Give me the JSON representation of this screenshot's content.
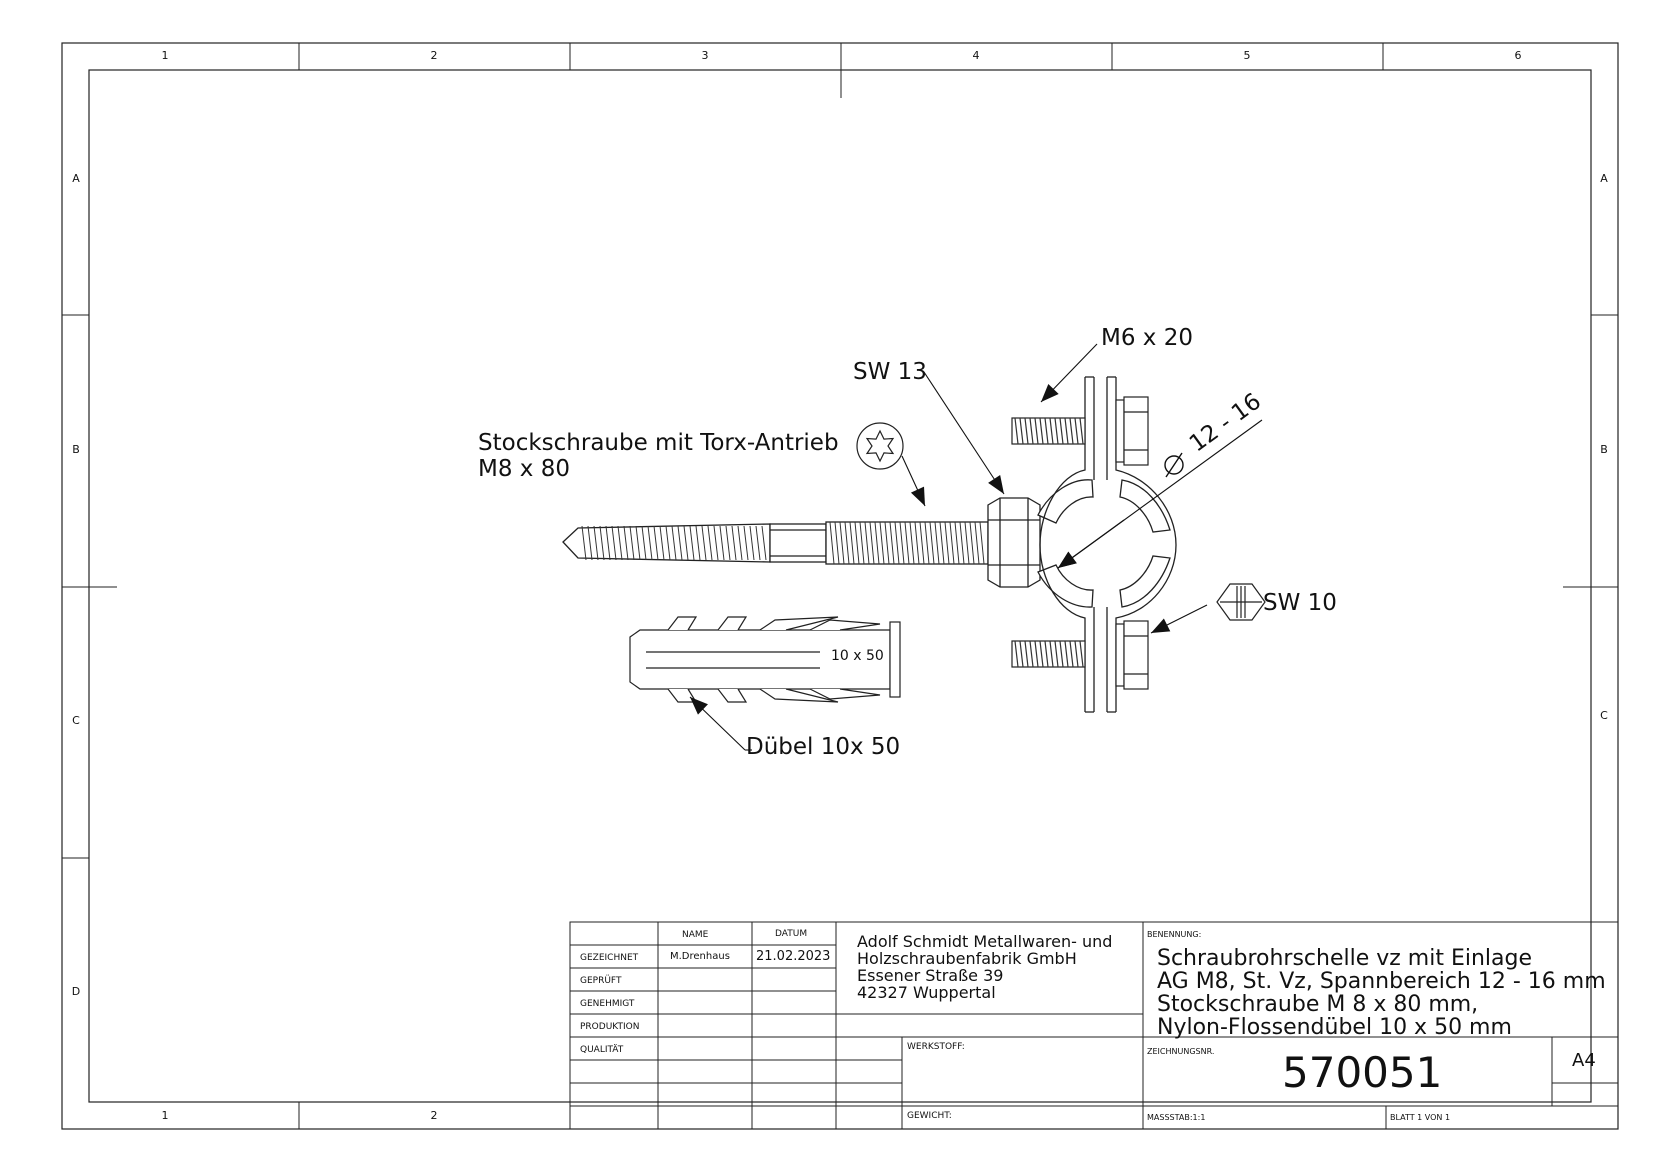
{
  "zones": {
    "columns": [
      "1",
      "2",
      "3",
      "4",
      "5",
      "6"
    ],
    "rows": [
      "A",
      "B",
      "C",
      "D"
    ]
  },
  "callouts": {
    "screw_title": "Stockschraube mit Torx-Antrieb",
    "screw_size": "M8 x 80",
    "sw13": "SW 13",
    "m6x20": "M6 x 20",
    "diameter": "12 - 16",
    "sw10": "SW 10",
    "dowel": "Dübel 10x 50",
    "dowel_mark": "10 x 50"
  },
  "title_block": {
    "col_name": "NAME",
    "col_datum": "DATUM",
    "rows": [
      {
        "label": "GEZEICHNET",
        "name": "M.Drenhaus",
        "datum": "21.02.2023"
      },
      {
        "label": "GEPRÜFT",
        "name": "",
        "datum": ""
      },
      {
        "label": "GENEHMIGT",
        "name": "",
        "datum": ""
      },
      {
        "label": "PRODUKTION",
        "name": "",
        "datum": ""
      },
      {
        "label": "QUALITÄT",
        "name": "",
        "datum": ""
      }
    ],
    "company": [
      "Adolf Schmidt Metallwaren- und",
      "Holzschraubenfabrik GmbH",
      "Essener Straße 39",
      "42327 Wuppertal"
    ],
    "werkstoff_label": "WERKSTOFF:",
    "gewicht_label": "GEWICHT:",
    "benennung_label": "BENENNUNG:",
    "benennung": [
      "Schraubrohrschelle vz mit Einlage",
      "AG M8, St. Vz, Spannbereich 12 - 16 mm",
      "Stockschraube M 8 x 80 mm,",
      "Nylon-Flossendübel 10 x 50 mm"
    ],
    "zeichnungsnr_label": "ZEICHNUNGSNR.",
    "zeichnungsnr": "570051",
    "format": "A4",
    "massstab": "MASSSTAB:1:1",
    "blatt": "BLATT 1 VON 1"
  }
}
